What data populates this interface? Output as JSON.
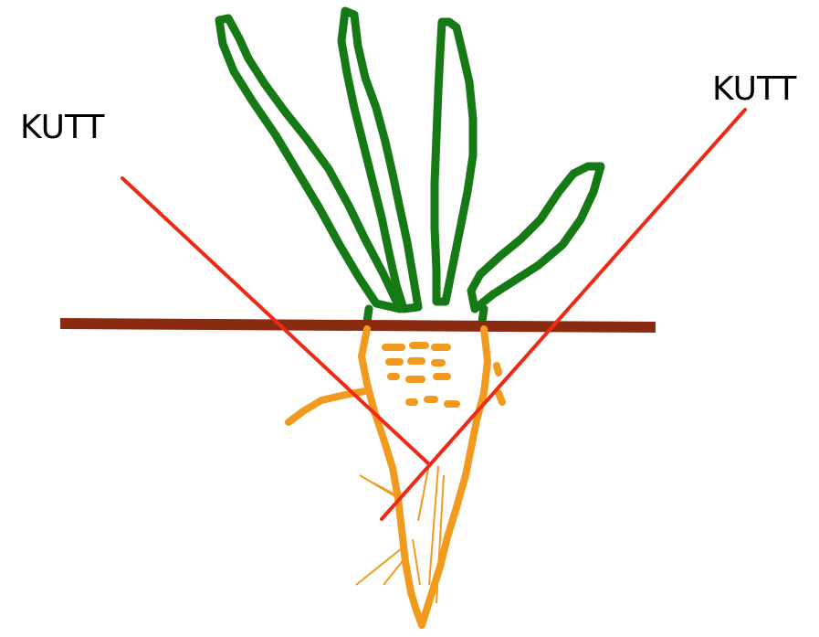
{
  "labels": {
    "cut_left": "KUTT",
    "cut_right": "KUTT"
  },
  "colors": {
    "leaf": "#157a15",
    "ground": "#8a2a10",
    "cut_line": "#ee2a14",
    "root": "#f29a1e",
    "background": "#ffffff"
  },
  "parts": [
    "leaves",
    "ground-line",
    "root",
    "cut-lines"
  ]
}
